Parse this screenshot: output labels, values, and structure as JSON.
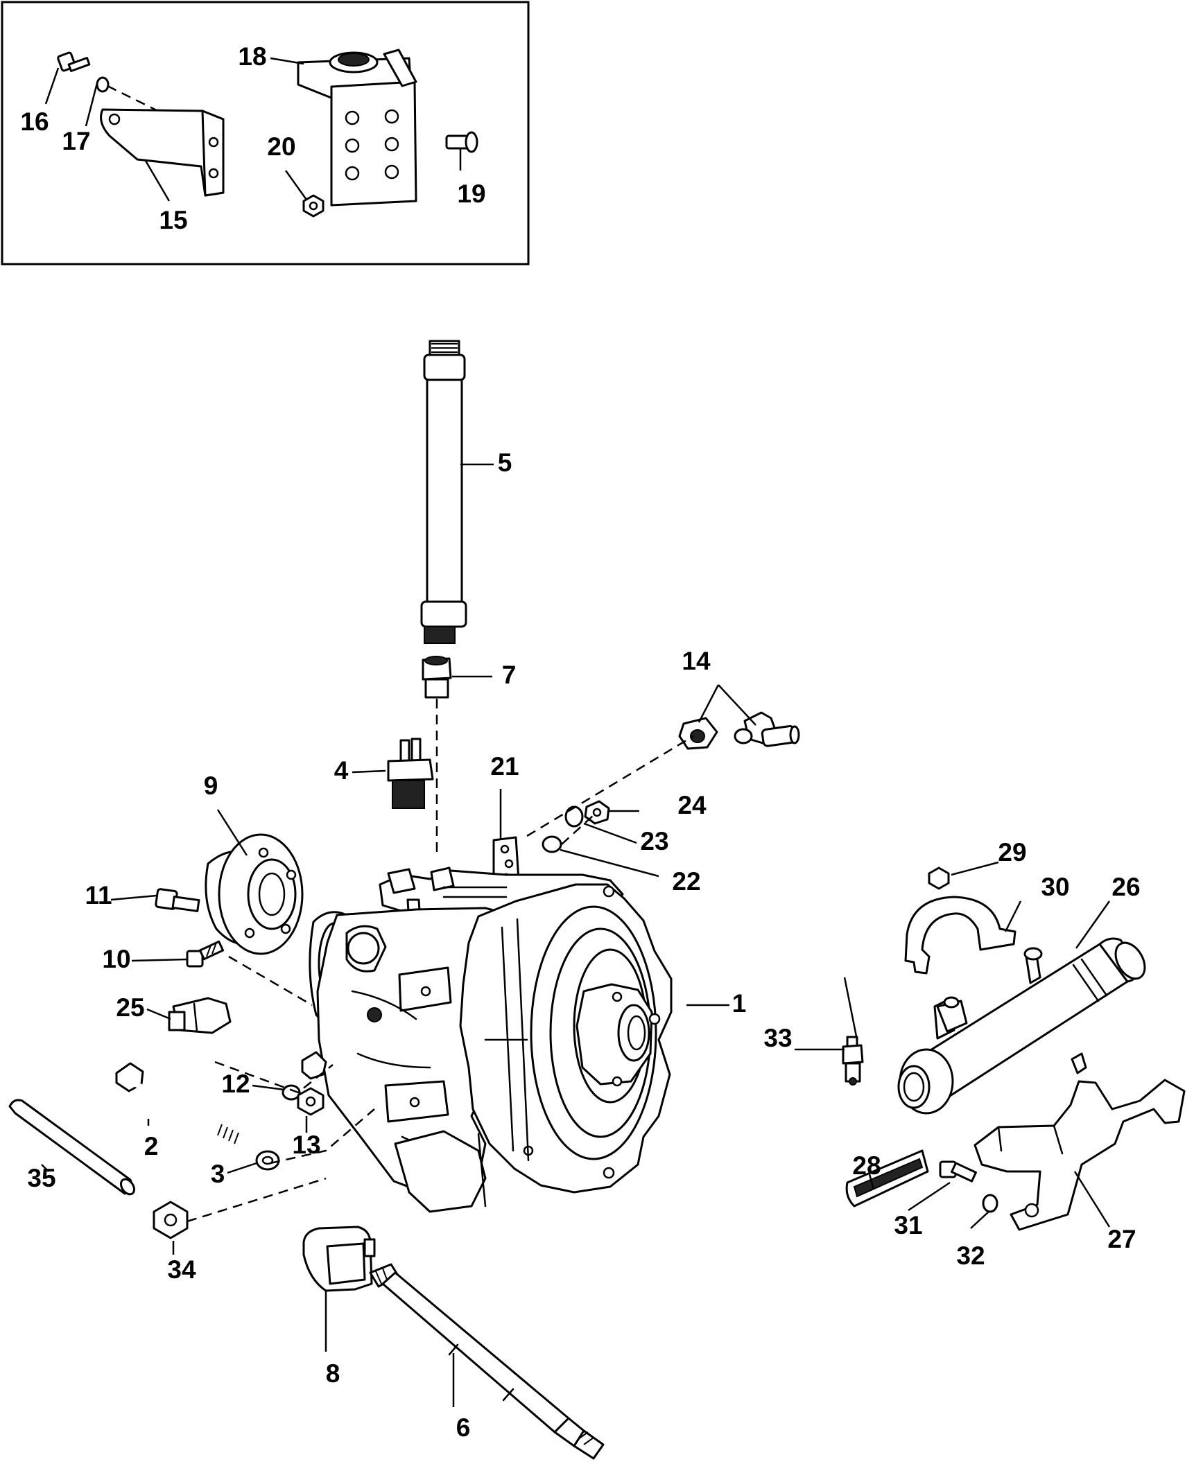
{
  "callouts": {
    "c1": "1",
    "c2": "2",
    "c3": "3",
    "c4": "4",
    "c5": "5",
    "c6": "6",
    "c7": "7",
    "c8": "8",
    "c9": "9",
    "c10": "10",
    "c11": "11",
    "c12": "12",
    "c13": "13",
    "c14": "14",
    "c15": "15",
    "c16": "16",
    "c17": "17",
    "c18": "18",
    "c19": "19",
    "c20": "20",
    "c21": "21",
    "c22": "22",
    "c23": "23",
    "c24": "24",
    "c25": "25",
    "c26": "26",
    "c27": "27",
    "c28": "28",
    "c29": "29",
    "c30": "30",
    "c31": "31",
    "c32": "32",
    "c33": "33",
    "c34": "34",
    "c35": "35"
  },
  "colors": {
    "line": "#000000",
    "background": "#ffffff"
  }
}
